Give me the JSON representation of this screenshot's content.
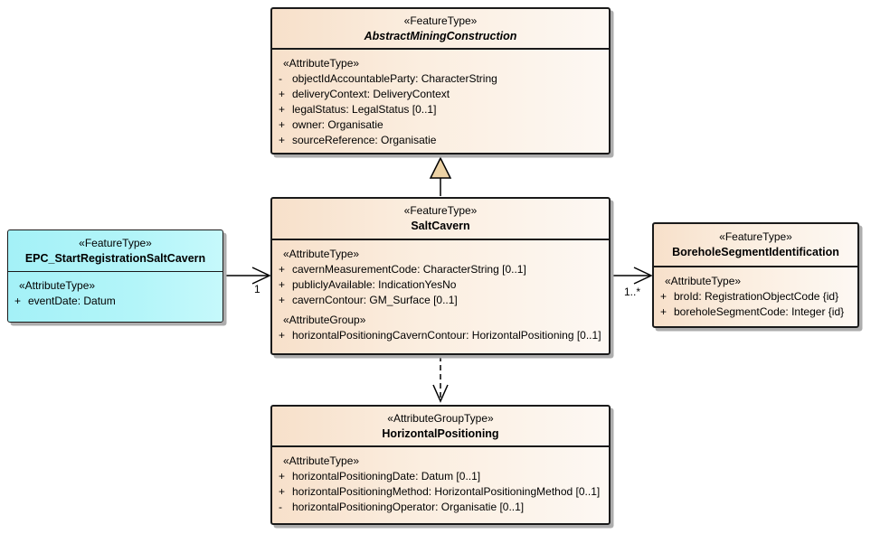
{
  "diagram": {
    "kind": "uml-class-diagram",
    "background": "#ffffff"
  },
  "colors": {
    "box_gradient_start": "#f7e0ca",
    "box_gradient_end": "#fdf8f3",
    "cyan_box": "#a9f3f8",
    "border": "#1a1a1a",
    "shadow": "#adadad",
    "generalization_triangle_fill": "#ecd2a5",
    "connector_stroke": "#000000"
  },
  "classes": [
    {
      "stereotype": "«FeatureType»",
      "name": "AbstractMiningConstruction",
      "abstract": true,
      "rows": [
        {
          "kind": "group",
          "text": "«AttributeType»"
        },
        {
          "vis": "-",
          "text": "objectIdAccountableParty: CharacterString"
        },
        {
          "vis": "+",
          "text": "deliveryContext: DeliveryContext"
        },
        {
          "vis": "+",
          "text": "legalStatus: LegalStatus [0..1]"
        },
        {
          "vis": "+",
          "text": "owner: Organisatie"
        },
        {
          "vis": "+",
          "text": "sourceReference: Organisatie"
        }
      ]
    },
    {
      "stereotype": "«FeatureType»",
      "name": "SaltCavern",
      "abstract": false,
      "rows": [
        {
          "kind": "group",
          "text": "«AttributeType»"
        },
        {
          "vis": "+",
          "text": "cavernMeasurementCode: CharacterString [0..1]"
        },
        {
          "vis": "+",
          "text": "publiclyAvailable: IndicationYesNo"
        },
        {
          "vis": "+",
          "text": "cavernContour: GM_Surface [0..1]"
        },
        {
          "kind": "group",
          "text": "«AttributeGroup»"
        },
        {
          "vis": "+",
          "text": "horizontalPositioningCavernContour: HorizontalPositioning [0..1]"
        }
      ]
    },
    {
      "stereotype": "«FeatureType»",
      "name": "EPC_StartRegistrationSaltCavern",
      "abstract": false,
      "rows": [
        {
          "kind": "group",
          "text": "«AttributeType»"
        },
        {
          "vis": "+",
          "text": "eventDate: Datum"
        }
      ]
    },
    {
      "stereotype": "«FeatureType»",
      "name": "BoreholeSegmentIdentification",
      "abstract": false,
      "rows": [
        {
          "kind": "group",
          "text": "«AttributeType»"
        },
        {
          "vis": "+",
          "text": "broId: RegistrationObjectCode {id}"
        },
        {
          "vis": "+",
          "text": "boreholeSegmentCode: Integer {id}"
        }
      ]
    },
    {
      "stereotype": "«AttributeGroupType»",
      "name": "HorizontalPositioning",
      "abstract": false,
      "rows": [
        {
          "kind": "group",
          "text": "«AttributeType»"
        },
        {
          "vis": "+",
          "text": "horizontalPositioningDate: Datum [0..1]"
        },
        {
          "vis": "+",
          "text": "horizontalPositioningMethod: HorizontalPositioningMethod [0..1]"
        },
        {
          "vis": "-",
          "text": "horizontalPositioningOperator: Organisatie [0..1]"
        }
      ]
    }
  ],
  "connectors": {
    "epc_to_saltcavern": {
      "type": "association",
      "target_multiplicity": "1"
    },
    "saltcavern_to_borehole": {
      "type": "association",
      "target_multiplicity": "1..*"
    },
    "saltcavern_to_abstract": {
      "type": "generalization"
    },
    "saltcavern_to_horizontalpositioning": {
      "type": "dependency"
    }
  }
}
